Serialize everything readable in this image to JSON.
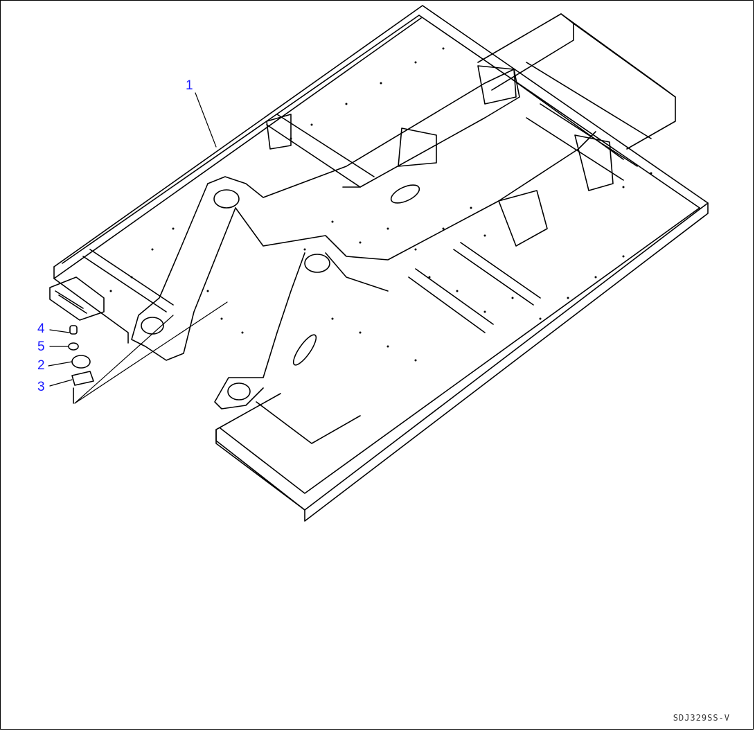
{
  "figure": {
    "code": "SDJ329SS-V",
    "callouts": [
      {
        "id": "1",
        "label": "1"
      },
      {
        "id": "4",
        "label": "4"
      },
      {
        "id": "5",
        "label": "5"
      },
      {
        "id": "2",
        "label": "2"
      },
      {
        "id": "3",
        "label": "3"
      }
    ],
    "colors": {
      "callout": "#1a1aff",
      "line": "#000000",
      "background": "#ffffff"
    }
  }
}
